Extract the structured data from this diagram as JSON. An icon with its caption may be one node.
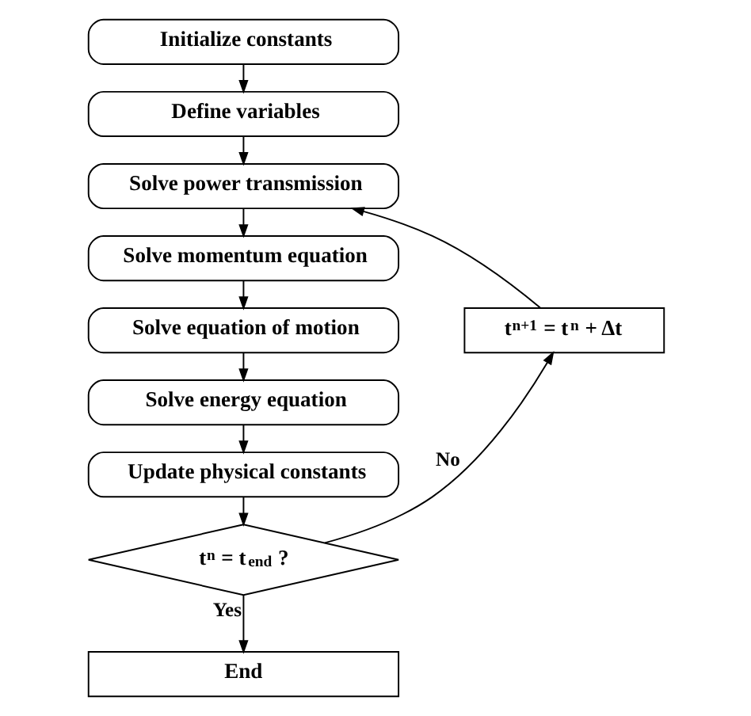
{
  "diagram": {
    "nodes": [
      {
        "text": [
          "Initialize constants"
        ]
      },
      {
        "text": [
          "Define variables"
        ]
      },
      {
        "text": [
          "Solve power transmission"
        ]
      },
      {
        "text": [
          "Solve momentum equation"
        ]
      },
      {
        "text": [
          "Solve equation of motion"
        ]
      },
      {
        "text": [
          "Solve energy equation"
        ]
      },
      {
        "text": [
          "Update physical constants"
        ]
      },
      {
        "text": [
          "t$^{n}$ = t$_{end}$ ?"
        ]
      },
      {
        "text": [
          "End"
        ]
      },
      {
        "text": [
          "t$^{n+1}$ = t$^{n}$ + Δt"
        ]
      }
    ],
    "edges": [
      {
        "from": 0,
        "to": 1,
        "arrow": "to"
      },
      {
        "from": 1,
        "to": 2,
        "arrow": "to"
      },
      {
        "from": 2,
        "to": 3,
        "arrow": "to"
      },
      {
        "from": 3,
        "to": 4,
        "arrow": "to"
      },
      {
        "from": 4,
        "to": 5,
        "arrow": "to"
      },
      {
        "from": 5,
        "to": 6,
        "arrow": "to"
      },
      {
        "from": 6,
        "to": 7,
        "arrow": "to"
      },
      {
        "from": 7,
        "to": 8,
        "arrow": "to",
        "label": "Yes"
      },
      {
        "from": 7,
        "to": 9,
        "arrow": "to",
        "label": "No"
      },
      {
        "from": 9,
        "to": 2,
        "arrow": "to"
      }
    ]
  }
}
